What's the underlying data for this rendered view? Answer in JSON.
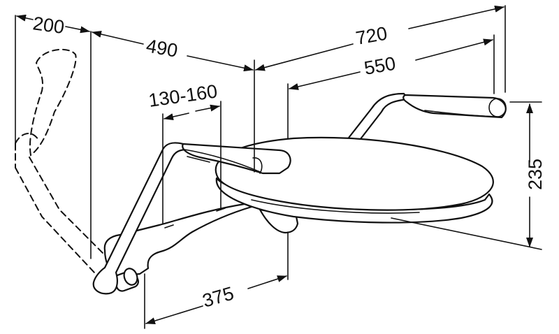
{
  "dimensions": {
    "d200": "200",
    "d490": "490",
    "d720": "720",
    "d550": "550",
    "d130_160": "130-160",
    "d235": "235",
    "d375": "375"
  },
  "colors": {
    "line": "#111111",
    "background": "#ffffff"
  }
}
